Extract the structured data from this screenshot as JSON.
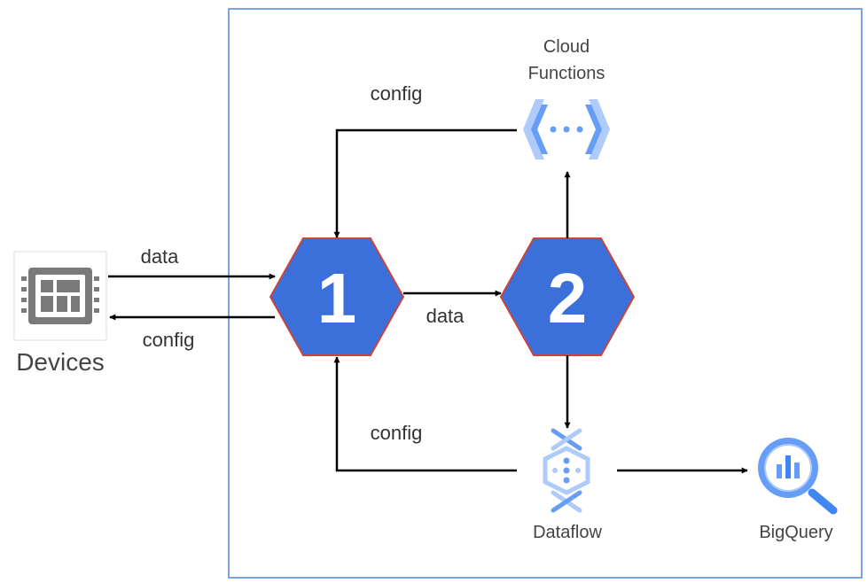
{
  "colors": {
    "frame": "#7aa3e8",
    "hex_fill": "#3b6fd9",
    "hex_stroke": "#c7453d",
    "arrow": "#000000",
    "icon_gray": "#7a7a7a",
    "gcp_blue_light": "#aecbfa",
    "gcp_blue": "#4285f4",
    "gcp_blue_mid": "#669df6"
  },
  "nodes": {
    "devices": {
      "label": "Devices",
      "icon": "device-chip-icon"
    },
    "hex1": {
      "label": "1"
    },
    "hex2": {
      "label": "2"
    },
    "cloud_functions": {
      "label_line1": "Cloud",
      "label_line2": "Functions",
      "icon": "cloud-functions-icon"
    },
    "dataflow": {
      "label": "Dataflow",
      "icon": "dataflow-icon"
    },
    "bigquery": {
      "label": "BigQuery",
      "icon": "bigquery-icon"
    }
  },
  "edges": {
    "devices_to_hex1": "data",
    "hex1_to_devices": "config",
    "hex1_to_hex2": "data",
    "functions_to_hex1": "config",
    "dataflow_to_hex1": "config"
  }
}
